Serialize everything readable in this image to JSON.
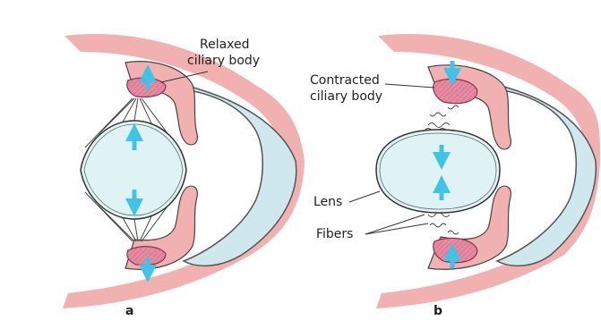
{
  "panels": {
    "a": {
      "label": "a",
      "annotation_line1": "Relaxed",
      "annotation_line2": "ciliary body"
    },
    "b": {
      "label": "b",
      "annotation_line1": "Contracted",
      "annotation_line2": "ciliary body",
      "lens_label": "Lens",
      "fibers_label": "Fibers"
    }
  },
  "colors": {
    "tissue": "#f2b1b1",
    "ciliary_body": "#e58aa0",
    "cornea": "#cfe8ee",
    "lens_fill": "#dff3f5",
    "arrow": "#3fc4e6",
    "line": "#333333"
  }
}
